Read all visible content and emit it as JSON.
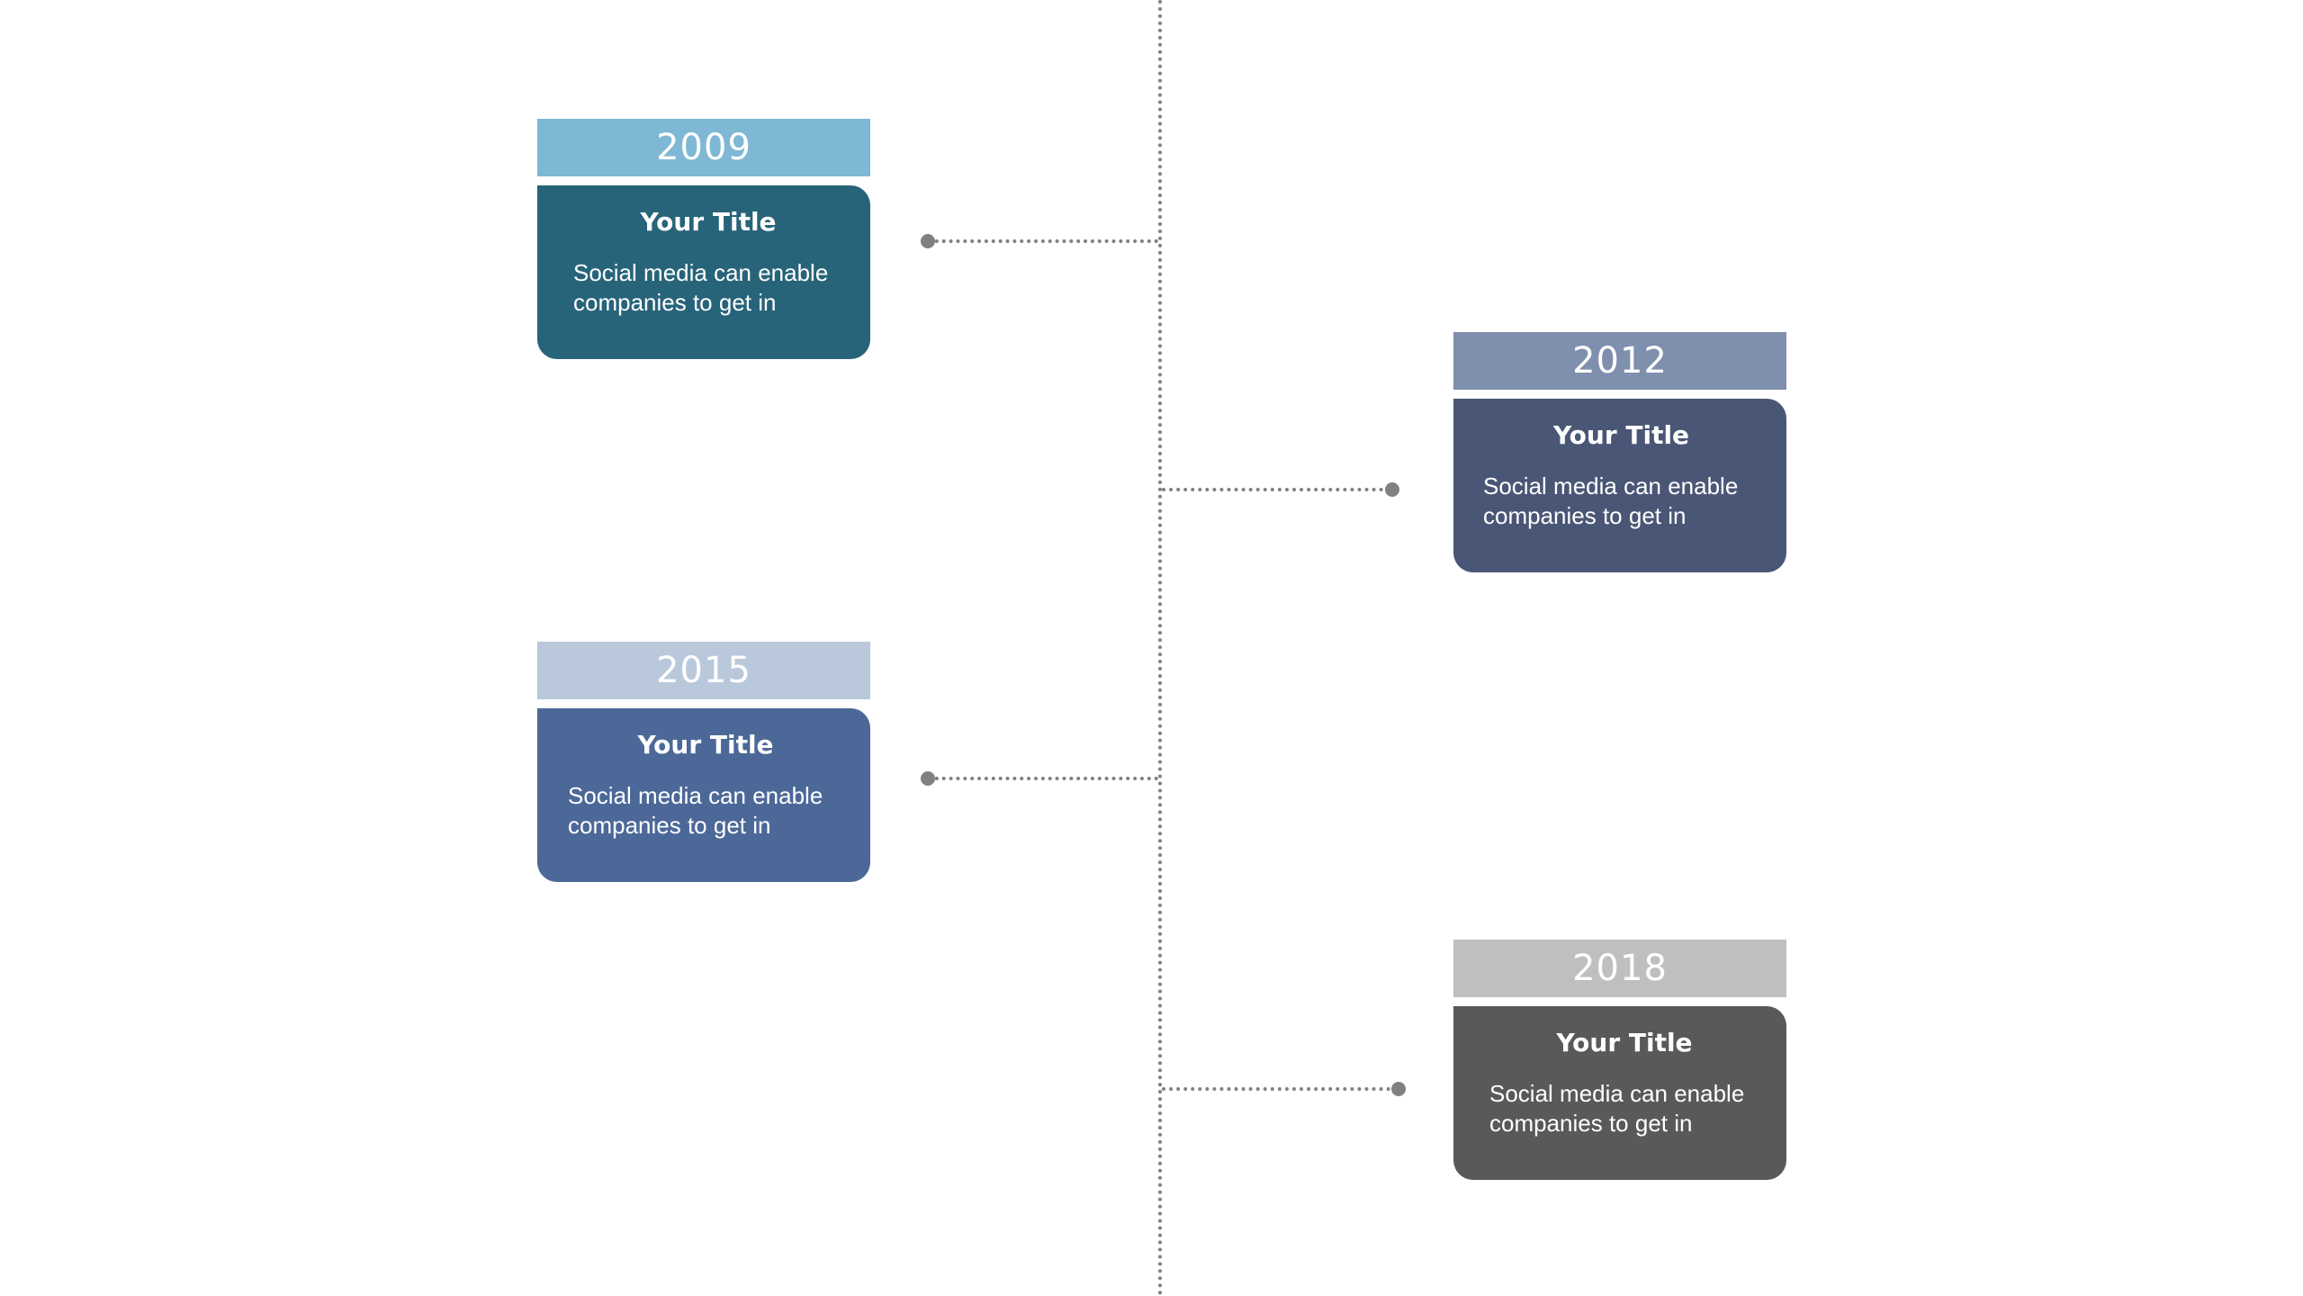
{
  "events": [
    {
      "year": "2009",
      "title": "Your Title",
      "description": "Social media can enable companies to get in",
      "banner_color": "#7EB8D4",
      "card_color": "#27647A"
    },
    {
      "year": "2012",
      "title": "Your Title",
      "description": "Social media can enable companies to get in",
      "banner_color": "#7F8FAE",
      "card_color": "#4A5676"
    },
    {
      "year": "2015",
      "title": "Your Title",
      "description": "Social media can enable companies to get in",
      "banner_color": "#B9C8DB",
      "card_color": "#4C6898"
    },
    {
      "year": "2018",
      "title": "Your Title",
      "description": "Social media can enable companies to get in",
      "banner_color": "#BFBFBF",
      "card_color": "#595959"
    }
  ],
  "line_color": "#808080"
}
